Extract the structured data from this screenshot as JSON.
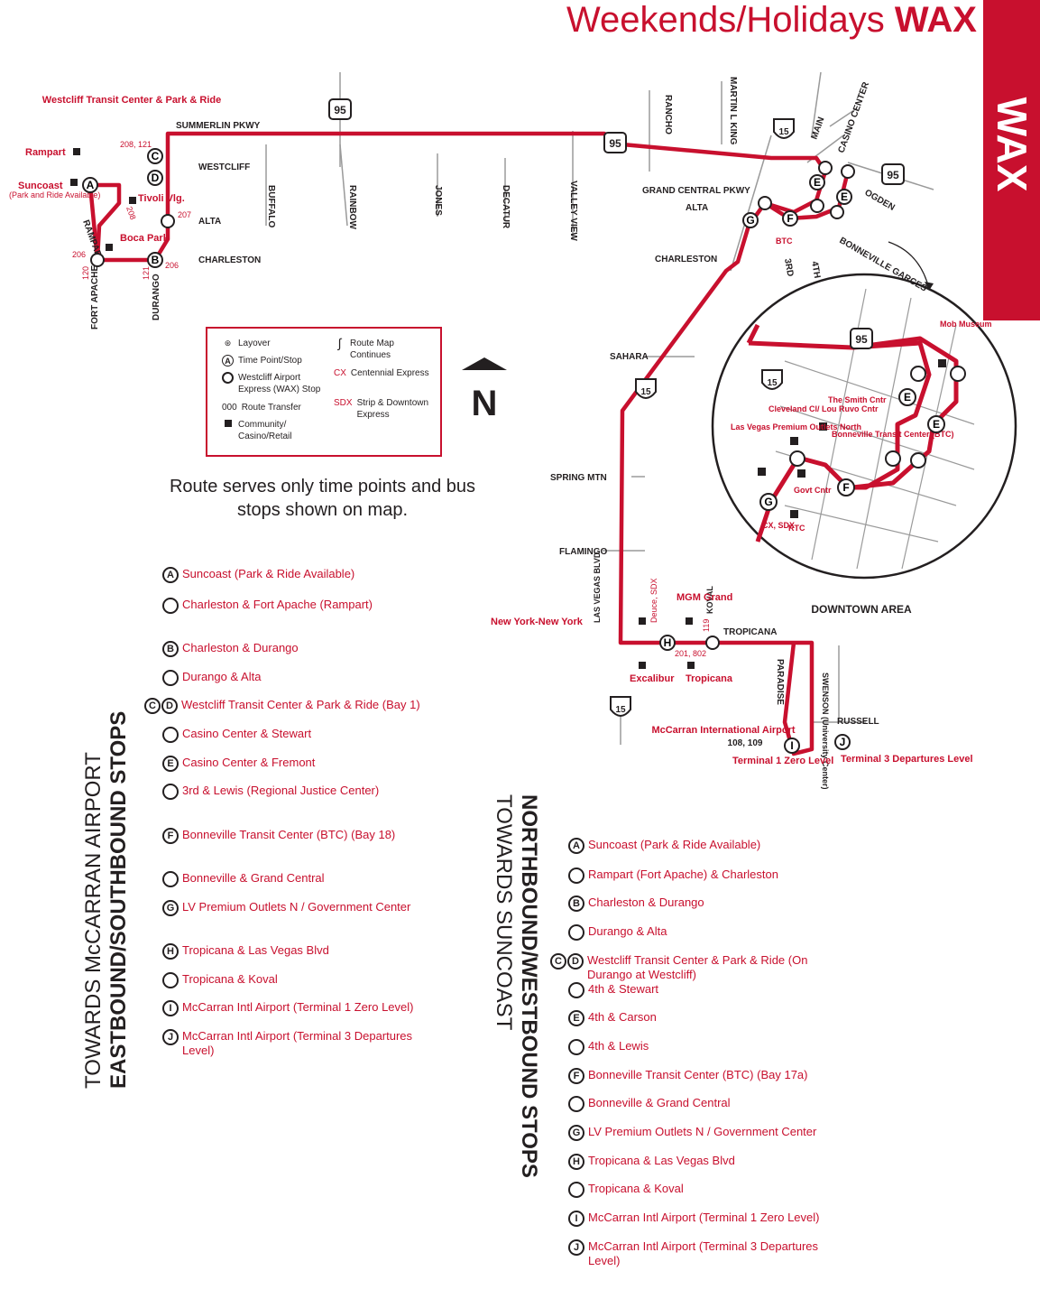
{
  "title": {
    "prefix": "Weekends/Holidays",
    "route": "WAX"
  },
  "side_tab": "WAX",
  "note": "Route serves only time points and bus stops shown on map.",
  "downtown_label": "DOWNTOWN AREA",
  "compass": "N",
  "legend": {
    "layover": "Layover",
    "time_point": "Time Point/Stop",
    "time_point_letter": "A",
    "wax_stop": "Westcliff Airport Express (WAX) Stop",
    "transfer_code": "000",
    "transfer": "Route Transfer",
    "community": "Community/ Casino/Retail",
    "continues": "Route Map Continues",
    "cx_code": "CX",
    "cx": "Centennial Express",
    "sdx_code": "SDX",
    "sdx": "Strip & Downtown Express"
  },
  "map_labels": {
    "summerlin": "SUMMERLIN PKWY",
    "westcliff": "WESTCLIFF",
    "alta": "ALTA",
    "charleston": "CHARLESTON",
    "buffalo": "BUFFALO",
    "rainbow": "RAINBOW",
    "jones": "JONES",
    "decatur": "DECATUR",
    "valley_view": "VALLEY VIEW",
    "rancho": "RANCHO",
    "mlk": "MARTIN L KING",
    "main": "MAIN",
    "casino_center": "CASINO CENTER",
    "ogden": "OGDEN",
    "grand_central": "GRAND CENTRAL PKWY",
    "alta2": "ALTA",
    "charleston2": "CHARLESTON",
    "bonneville_garces": "BONNEVILLE GARCES",
    "btc": "BTC",
    "third": "3RD",
    "fourth": "4TH",
    "sahara": "SAHARA",
    "spring_mtn": "SPRING MTN",
    "flamingo": "FLAMINGO",
    "tropicana": "TROPICANA",
    "lv_blvd": "LAS VEGAS BLVD",
    "koval": "KOVAL",
    "paradise": "PARADISE",
    "swenson": "SWENSON (University Center)",
    "russell": "RUSSELL",
    "rampart_st": "RAMPART",
    "fort_apache": "FORT APACHE",
    "durango": "DURANGO",
    "hwy95": "95",
    "hwy15": "15"
  },
  "places": {
    "westcliff_tc": "Westcliff Transit Center & Park & Ride",
    "rampart": "Rampart",
    "suncoast": "Suncoast",
    "suncoast_sub": "(Park and Ride Available)",
    "tivoli": "Tivoli Vlg.",
    "boca_park": "Boca Park",
    "new_york": "New York-New York",
    "mgm": "MGM Grand",
    "excalibur": "Excalibur",
    "tropicana": "Tropicana",
    "mccarran": "McCarran International Airport",
    "mccarran_routes": "108, 109",
    "t1": "Terminal 1 Zero Level",
    "t3": "Terminal 3 Departures Level",
    "mob": "Mob Museum",
    "cleveland": "Cleveland Cl/ Lou Ruvo Cntr",
    "smith": "The Smith Cntr",
    "outlets": "Las Vegas Premium Outlets North",
    "btc_full": "Bonneville Transit Center (BTC)",
    "govt": "Govt Cntr",
    "rtc": "RTC",
    "cx_sdx": "CX, SDX"
  },
  "transfers": {
    "westcliff": "208, 121",
    "alta": "207",
    "fort_apache": "120",
    "charleston_w": "206",
    "durango": "121",
    "charleston_e": "206",
    "deuce": "Deuce, SDX",
    "koval": "119",
    "trop": "201, 802",
    "rampart": "208"
  },
  "eastbound": {
    "heading_light": "TOWARDS McCARRAN AIRPORT",
    "heading_bold": "EASTBOUND/SOUTHBOUND STOPS",
    "stops": [
      {
        "letter": "A",
        "name": "Suncoast (Park & Ride Available)"
      },
      {
        "letter": "",
        "name": "Charleston & Fort Apache (Rampart)"
      },
      {
        "letter": "B",
        "name": "Charleston & Durango"
      },
      {
        "letter": "",
        "name": "Durango & Alta"
      },
      {
        "letter": "C",
        "letter2": "D",
        "name": "Westcliff Transit Center & Park & Ride (Bay 1)"
      },
      {
        "letter": "",
        "name": "Casino Center & Stewart"
      },
      {
        "letter": "E",
        "name": "Casino Center & Fremont"
      },
      {
        "letter": "",
        "name": "3rd & Lewis (Regional Justice Center)"
      },
      {
        "letter": "F",
        "name": "Bonneville Transit Center (BTC) (Bay 18)"
      },
      {
        "letter": "",
        "name": "Bonneville & Grand Central"
      },
      {
        "letter": "G",
        "name": "LV Premium Outlets N / Government Center"
      },
      {
        "letter": "H",
        "name": "Tropicana & Las Vegas Blvd"
      },
      {
        "letter": "",
        "name": "Tropicana & Koval"
      },
      {
        "letter": "I",
        "name": "McCarran Intl Airport (Terminal 1 Zero Level)"
      },
      {
        "letter": "J",
        "name": "McCarran Intl Airport (Terminal 3 Departures Level)"
      }
    ]
  },
  "northbound": {
    "heading_bold": "NORTHBOUND/WESTBOUND STOPS",
    "heading_light": "TOWARDS SUNCOAST",
    "stops": [
      {
        "letter": "A",
        "name": "Suncoast (Park & Ride Available)"
      },
      {
        "letter": "",
        "name": "Rampart (Fort Apache) & Charleston"
      },
      {
        "letter": "B",
        "name": "Charleston & Durango"
      },
      {
        "letter": "",
        "name": "Durango & Alta"
      },
      {
        "letter": "C",
        "letter2": "D",
        "name": "Westcliff Transit Center & Park & Ride (On Durango at Westcliff)"
      },
      {
        "letter": "",
        "name": "4th & Stewart"
      },
      {
        "letter": "E",
        "name": "4th & Carson"
      },
      {
        "letter": "",
        "name": "4th & Lewis"
      },
      {
        "letter": "F",
        "name": "Bonneville Transit Center (BTC) (Bay 17a)"
      },
      {
        "letter": "",
        "name": "Bonneville & Grand Central"
      },
      {
        "letter": "G",
        "name": "LV Premium Outlets N / Government Center"
      },
      {
        "letter": "H",
        "name": "Tropicana & Las Vegas Blvd"
      },
      {
        "letter": "",
        "name": "Tropicana & Koval"
      },
      {
        "letter": "I",
        "name": "McCarran Intl Airport (Terminal 1 Zero Level)"
      },
      {
        "letter": "J",
        "name": "McCarran Intl Airport (Terminal 3 Departures Level)"
      }
    ]
  },
  "colors": {
    "route": "#c8102e",
    "street": "#9a9a9a",
    "text": "#231f20"
  }
}
